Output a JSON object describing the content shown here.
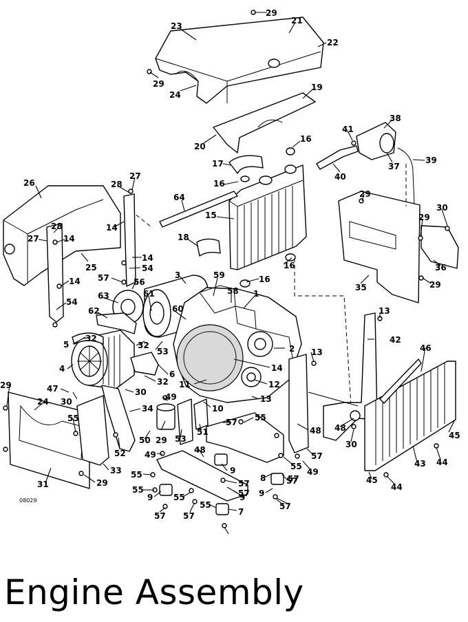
{
  "title": "Engine Assembly",
  "drawing_code": "08029",
  "callouts": [
    "23",
    "29",
    "21",
    "22",
    "29",
    "24",
    "19",
    "20",
    "38",
    "41",
    "16",
    "17",
    "37",
    "39",
    "40",
    "16",
    "26",
    "27",
    "28",
    "29",
    "30",
    "64",
    "15",
    "14",
    "28",
    "29",
    "27",
    "14",
    "18",
    "35",
    "25",
    "14",
    "36",
    "54",
    "16",
    "14",
    "57",
    "56",
    "16",
    "29",
    "3",
    "59",
    "63",
    "61",
    "58",
    "1",
    "60",
    "54",
    "62",
    "13",
    "32",
    "42",
    "32",
    "2",
    "5",
    "53",
    "13",
    "46",
    "4",
    "6",
    "14",
    "12",
    "11",
    "32",
    "47",
    "30",
    "13",
    "30",
    "10",
    "49",
    "29",
    "24",
    "34",
    "55",
    "57",
    "48",
    "55",
    "29",
    "51",
    "53",
    "50",
    "52",
    "30",
    "49",
    "57",
    "48",
    "48",
    "45",
    "43",
    "9",
    "8",
    "57",
    "55",
    "44",
    "33",
    "29",
    "31",
    "55",
    "57",
    "49",
    "55",
    "57",
    "45",
    "44",
    "55",
    "57",
    "9",
    "9",
    "57",
    "55",
    "7",
    "57",
    "9",
    "57"
  ]
}
